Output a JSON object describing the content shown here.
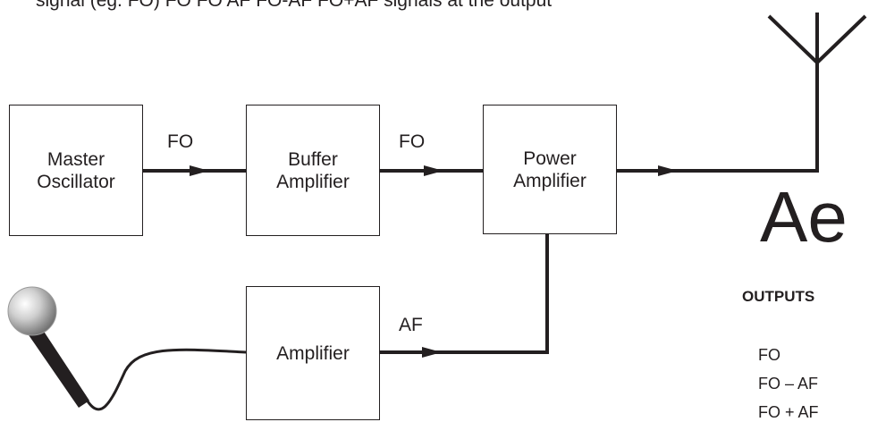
{
  "header": {
    "text": "signal (eg. FO) FO FO AF FO-AF FO+AF signals at the output"
  },
  "blocks": {
    "master_oscillator": {
      "line1": "Master",
      "line2": "Oscillator"
    },
    "buffer_amplifier": {
      "line1": "Buffer",
      "line2": "Amplifier"
    },
    "power_amplifier": {
      "line1": "Power",
      "line2": "Amplifier"
    },
    "amplifier": {
      "line1": "Amplifier"
    }
  },
  "signals": {
    "fo_1": "FO",
    "fo_2": "FO",
    "af": "AF"
  },
  "aerial": {
    "label": "Ae"
  },
  "outputs": {
    "heading": "OUTPUTS",
    "items": [
      "FO",
      "FO – AF",
      "FO + AF"
    ]
  },
  "colors": {
    "line": "#231f20",
    "background": "#ffffff"
  },
  "icons": {
    "antenna": "antenna-icon",
    "microphone": "microphone-icon"
  }
}
